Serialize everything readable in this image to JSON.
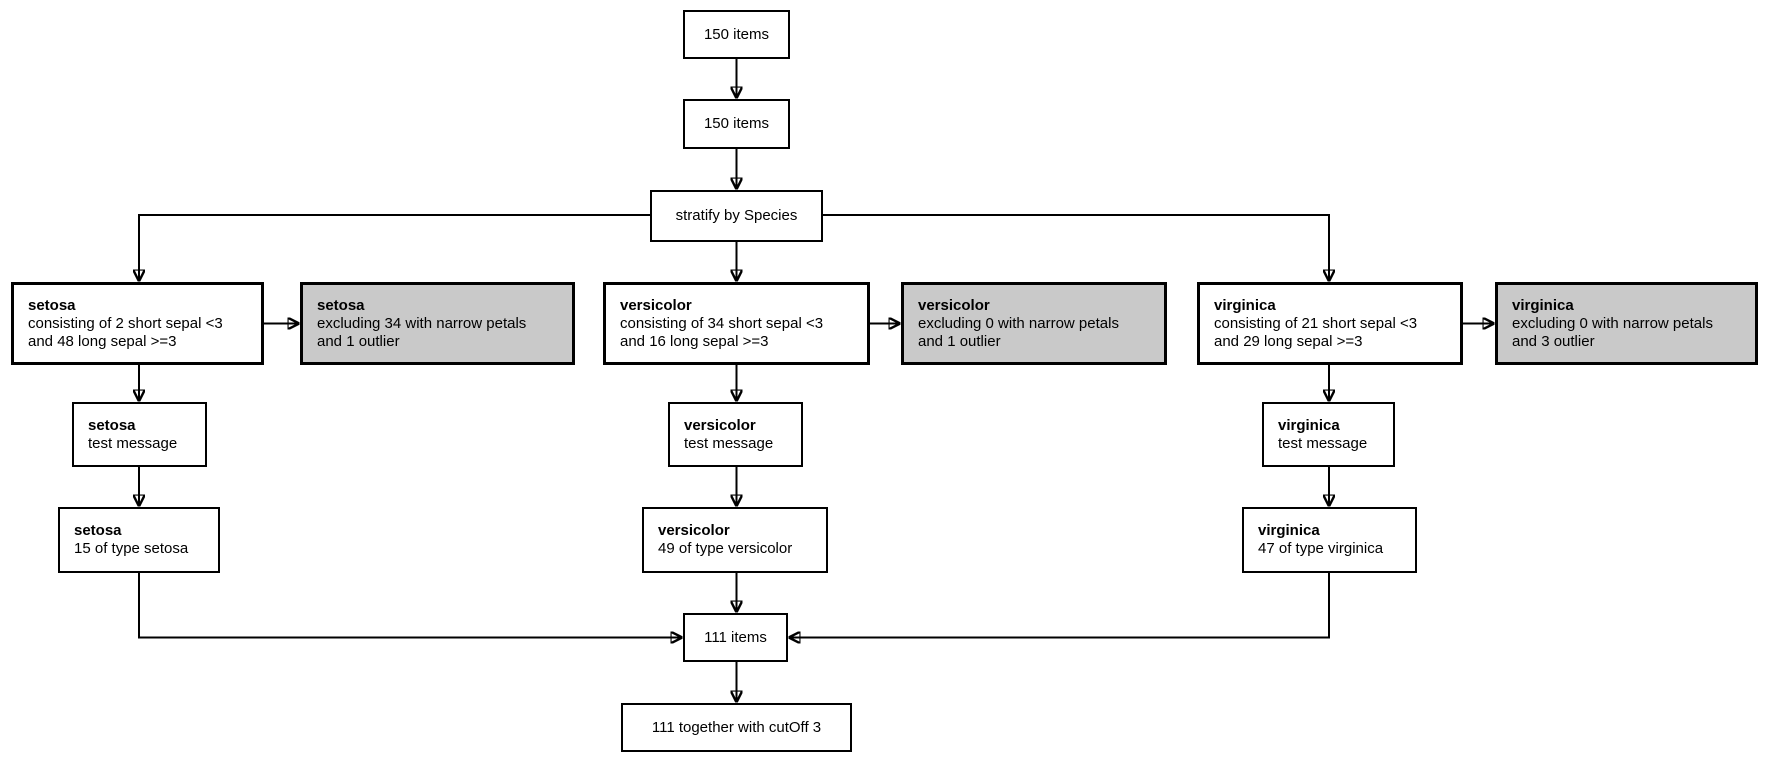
{
  "diagram": {
    "source": {
      "label": "150 items"
    },
    "filtered": {
      "label": "150 items"
    },
    "stratify": {
      "label": "stratify by Species"
    },
    "branches": [
      {
        "consist": {
          "title": "setosa",
          "line1": "consisting of 2 short sepal <3",
          "line2": "and 48 long sepal >=3"
        },
        "excluded": {
          "title": "setosa",
          "line1": "excluding 34 with narrow petals",
          "line2": "and 1 outlier"
        },
        "test": {
          "title": "setosa",
          "line1": "test message"
        },
        "type": {
          "title": "setosa",
          "line1": "15 of type setosa"
        }
      },
      {
        "consist": {
          "title": "versicolor",
          "line1": "consisting of 34 short sepal <3",
          "line2": "and 16 long sepal >=3"
        },
        "excluded": {
          "title": "versicolor",
          "line1": "excluding 0 with narrow petals",
          "line2": "and 1 outlier"
        },
        "test": {
          "title": "versicolor",
          "line1": "test message"
        },
        "type": {
          "title": "versicolor",
          "line1": "49 of type versicolor"
        }
      },
      {
        "consist": {
          "title": "virginica",
          "line1": "consisting of 21 short sepal <3",
          "line2": "and 29 long sepal >=3"
        },
        "excluded": {
          "title": "virginica",
          "line1": "excluding 0 with narrow petals",
          "line2": "and 3 outlier"
        },
        "test": {
          "title": "virginica",
          "line1": "test message"
        },
        "type": {
          "title": "virginica",
          "line1": "47 of type virginica"
        }
      }
    ],
    "merge": {
      "label": "111 items"
    },
    "final": {
      "label": "111 together with cutOff 3"
    }
  },
  "colors": {
    "border": "#000000",
    "node_fill": "#ffffff",
    "excluded_fill": "#c9c9c9",
    "text": "#000000",
    "background": "#ffffff"
  }
}
